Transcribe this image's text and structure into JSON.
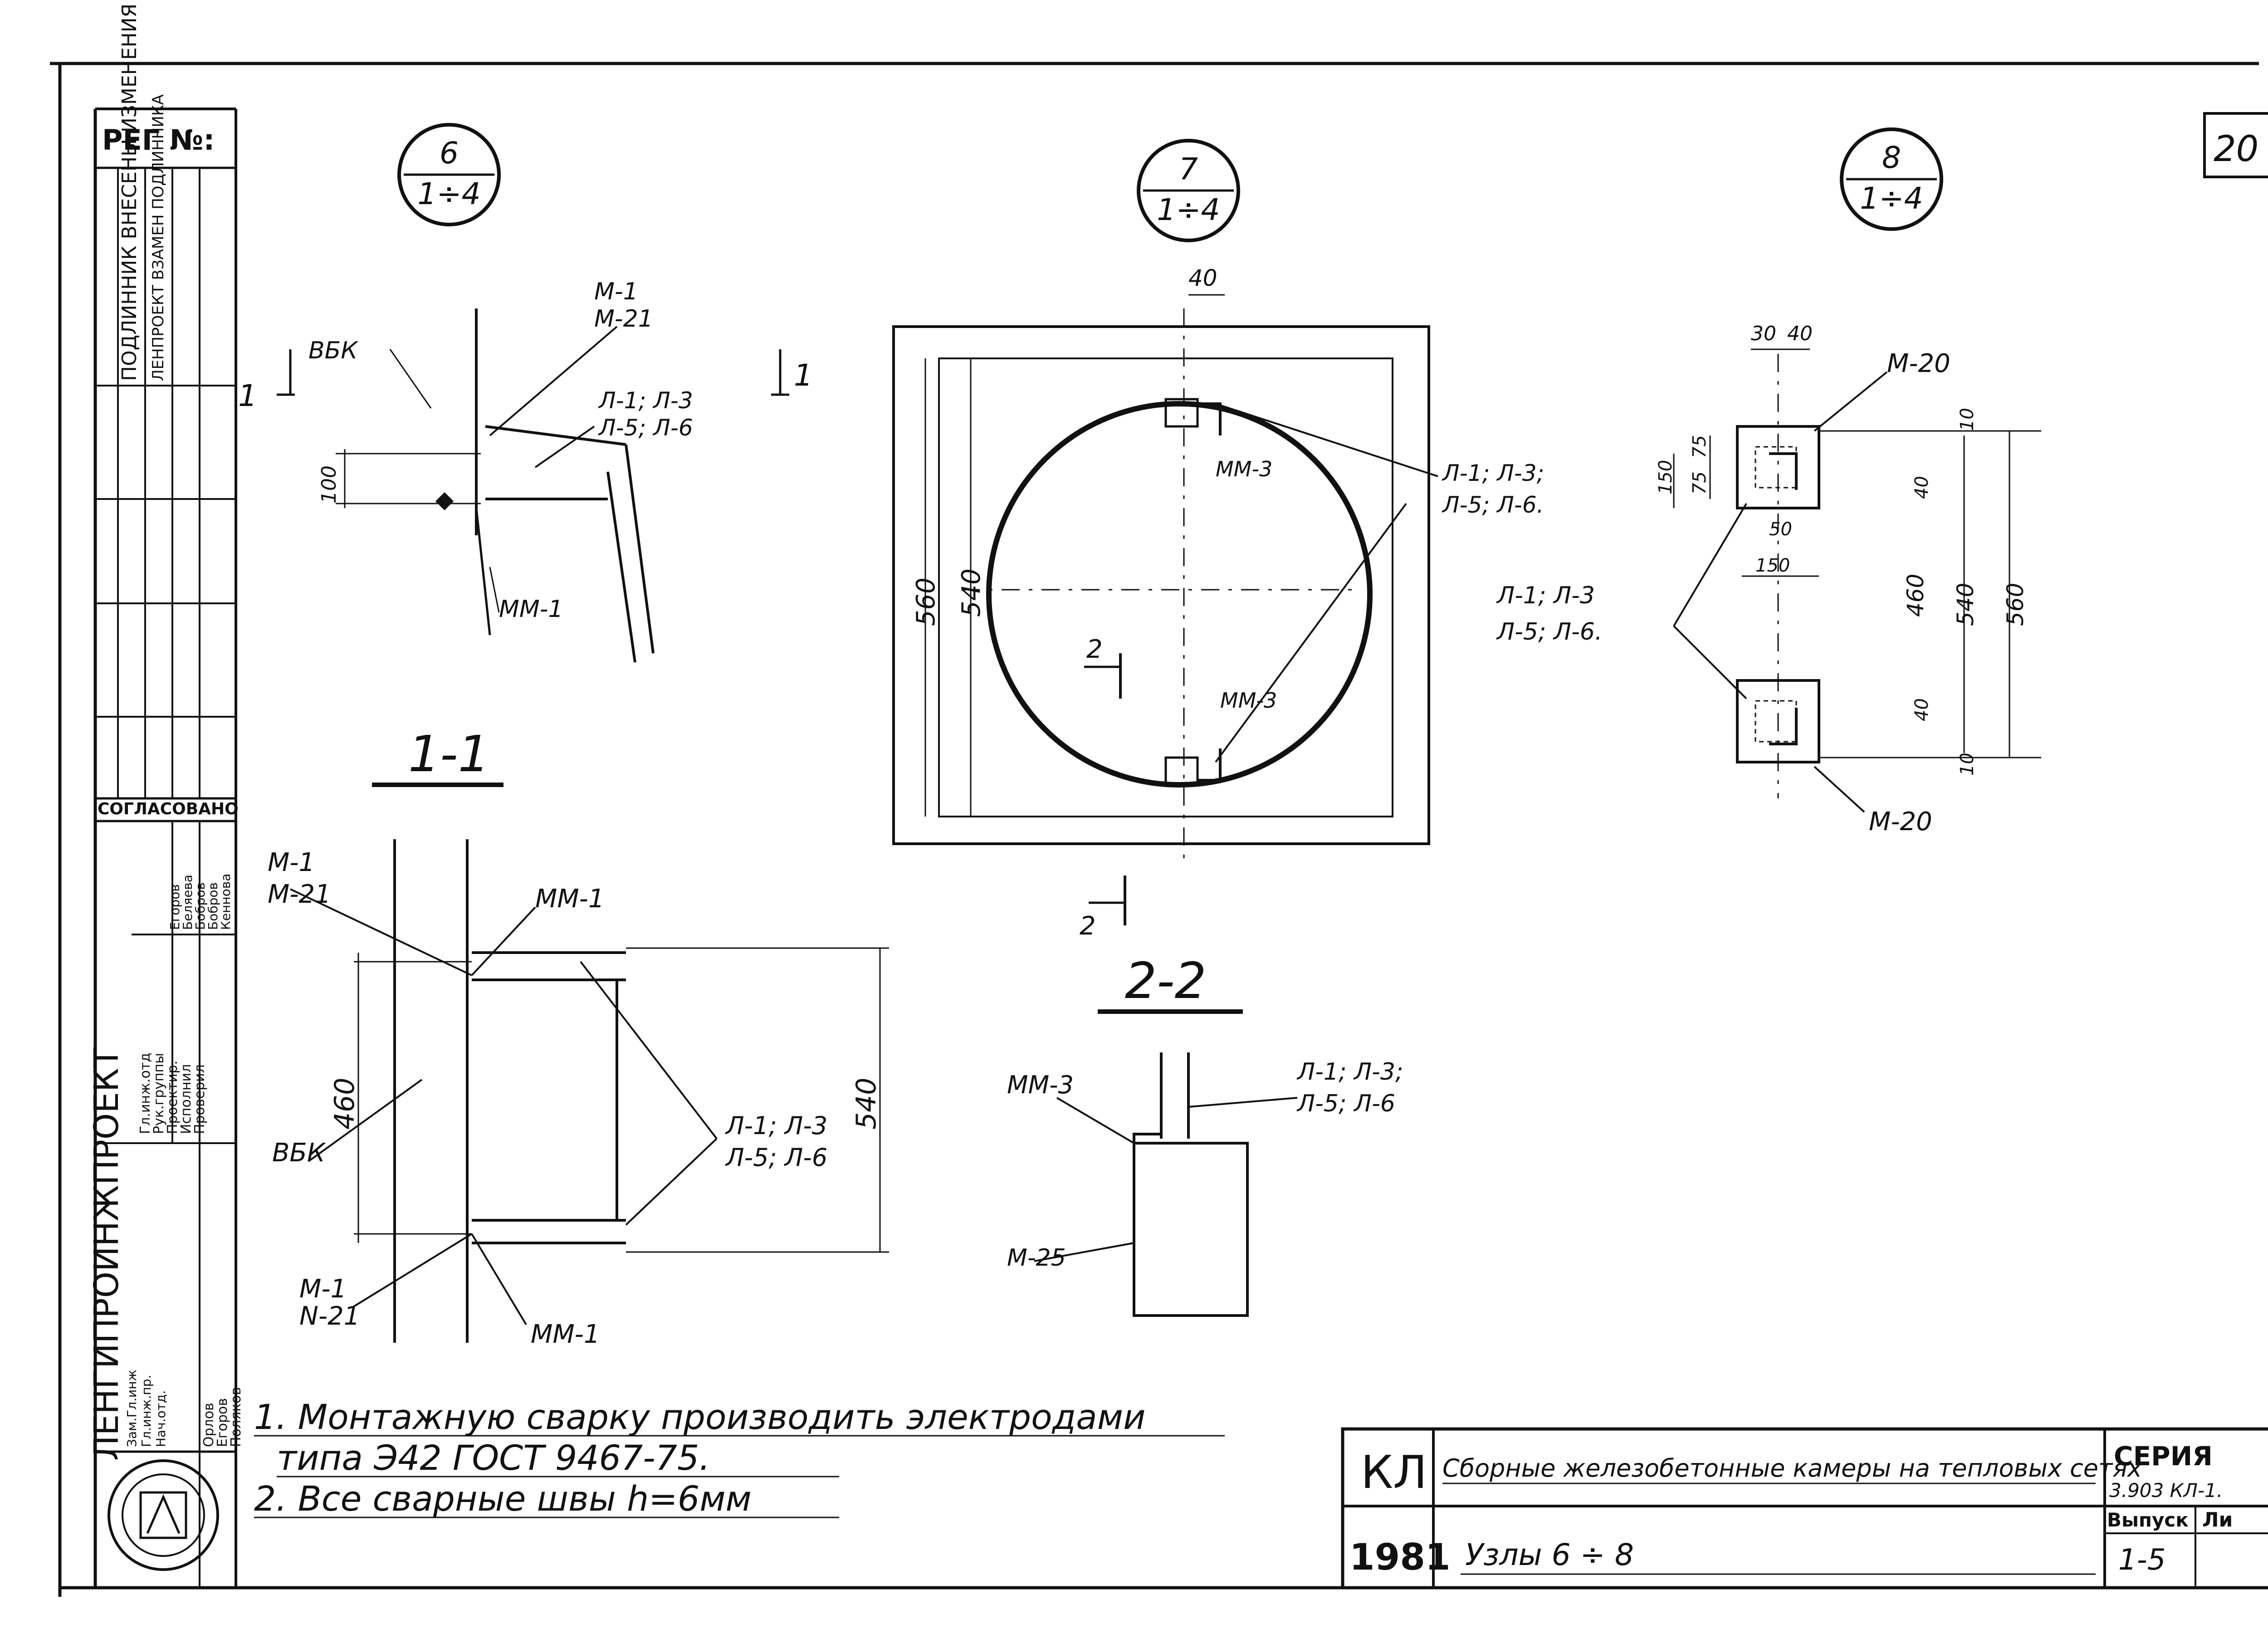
{
  "sheet_number": "20",
  "reg_label": "РЕГ №:",
  "nodes": [
    {
      "num": "6",
      "scale": "1÷4"
    },
    {
      "num": "7",
      "scale": "1÷4"
    },
    {
      "num": "8",
      "scale": "1÷4"
    }
  ],
  "left_strip": {
    "header": "ПОДЛИННИК ВНЕСЕНЫ ИЗМЕНЕНИЯ",
    "sub": "ЛЕНПРОЕКТ ВЗАМЕН ПОДЛИННИКА",
    "agreed": "СОГЛАСОВАНО",
    "roles": [
      "Гл.инж.отд",
      "Рук.группы",
      "Проектир.",
      "Исполнил",
      "Проверил"
    ],
    "names": [
      "Егоров",
      "Беляева",
      "Бобров",
      "Бобров",
      "Кеннова"
    ],
    "org": "ЛЕНГИПРОИНЖПРОЕКТ",
    "chiefs": [
      "Зам.Гл.инж",
      "Гл.инж.пр.",
      "Нач.отд."
    ],
    "chief_names": [
      "Орлов",
      "Егоров",
      "Поляков"
    ]
  },
  "node6": {
    "section": "1",
    "labels": {
      "vbk": "ВБК",
      "m": "М-1",
      "m2": "М-21",
      "l1": "Л-1; Л-3",
      "l2": "Л-5; Л-6",
      "mm": "ММ-1",
      "dim": "100"
    }
  },
  "node7": {
    "labels": {
      "dim40": "40",
      "mm3a": "ММ-3",
      "mm3b": "ММ-3",
      "l1": "Л-1; Л-3;",
      "l2": "Л-5; Л-6.",
      "d560": "560",
      "d540": "540",
      "sec": "2"
    }
  },
  "node8": {
    "labels": {
      "d30": "30",
      "d40": "40",
      "m20a": "М-20",
      "m20b": "М-20",
      "d150a": "150",
      "d75a": "75",
      "d75b": "75",
      "d50": "50",
      "d150b": "150",
      "d10a": "10",
      "d40a": "40",
      "d460": "460",
      "d540": "540",
      "d560": "560",
      "d40b": "40",
      "d10b": "10",
      "l1": "Л-1; Л-3",
      "l2": "Л-5; Л-6."
    }
  },
  "section11": {
    "title": "1-1",
    "labels": {
      "m1a": "М-1",
      "m21a": "М-21",
      "mm1a": "ММ-1",
      "d460": "460",
      "vbk": "ВБК",
      "l1": "Л-1; Л-3",
      "l2": "Л-5; Л-6",
      "d540": "540",
      "m1b": "М-1",
      "n21": "N-21",
      "mm1b": "ММ-1"
    }
  },
  "section22": {
    "title": "2-2",
    "labels": {
      "mm3": "ММ-3",
      "l1": "Л-1; Л-3;",
      "l2": "Л-5; Л-6",
      "m25": "М-25"
    }
  },
  "notes": [
    "1. Монтажную сварку производить электродами",
    "типа Э42   ГОСТ 9467-75.",
    "2. Все сварные швы h=6мм"
  ],
  "title_block": {
    "code": "КЛ",
    "year": "1981",
    "title": "Сборные железобетонные камеры на тепловых сетях",
    "subtitle": "Узлы  6 ÷ 8",
    "series_label": "СЕРИЯ",
    "series_value": "3.903 КЛ-1.",
    "issue_label": "Выпуск",
    "issue_value": "1-5",
    "sheet_label": "Ли"
  }
}
